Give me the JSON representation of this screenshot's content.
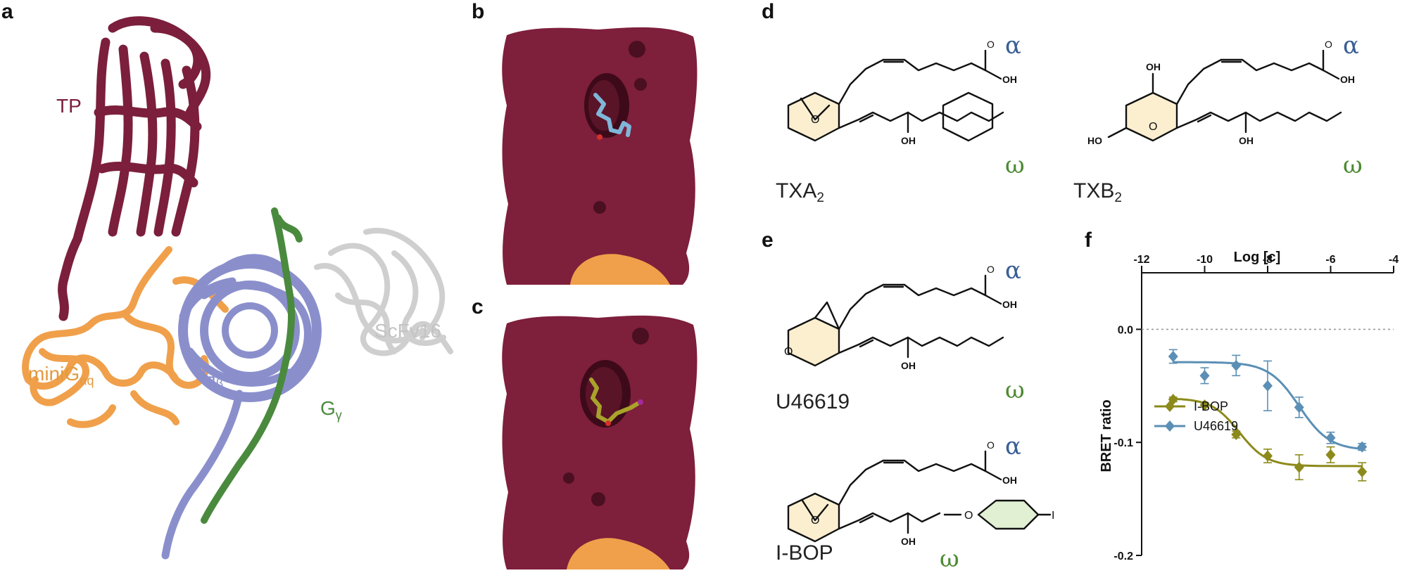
{
  "panels": {
    "a": "a",
    "b": "b",
    "c": "c",
    "d": "d",
    "e": "e",
    "f": "f"
  },
  "panel_a": {
    "labels": {
      "tp": "TP",
      "scfv": "ScFv16",
      "minig_main": "miniG",
      "minig_sub": "αq",
      "gb_main": "G",
      "gb_sub": "β",
      "gg_main": "G",
      "gg_sub": "γ"
    },
    "colors": {
      "tp": "#7b1f3c",
      "minig": "#f0a04a",
      "gb": "#8a8fcc",
      "gg": "#4a8a3e",
      "scfv": "#c8c8c8"
    }
  },
  "panel_b": {
    "ligand_color": "#7fb6d9",
    "surface_color": "#7e1f3b"
  },
  "panel_c": {
    "ligand_color": "#a8a32a",
    "surface_color": "#7e1f3b"
  },
  "molecules": {
    "txa2": {
      "name": "TXA",
      "sub": "2",
      "alpha": "α",
      "omega": "ω",
      "oh1": "OH",
      "oh2": "OH",
      "o": "O"
    },
    "txb2": {
      "name": "TXB",
      "sub": "2",
      "alpha": "α",
      "omega": "ω",
      "oh1": "OH",
      "oh2": "OH",
      "oh3": "OH",
      "ho": "HO",
      "o": "O"
    },
    "u46619": {
      "name": "U46619",
      "alpha": "α",
      "omega": "ω",
      "oh1": "OH",
      "oh2": "OH",
      "o": "O"
    },
    "ibop": {
      "name": "I-BOP",
      "alpha": "α",
      "omega": "ω",
      "oh1": "OH",
      "oh2": "OH",
      "o": "O",
      "o2": "O",
      "i": "I"
    }
  },
  "colors": {
    "alpha": "#3a5f96",
    "omega": "#4e8a34",
    "ring_fill": "#fbefd0",
    "benzene_fill": "#e1efd3"
  },
  "chart_data": {
    "type": "scatter",
    "title": "Log [c]",
    "xlabel": "Log [c]",
    "ylabel": "BRET ratio",
    "xlim": [
      -12,
      -4
    ],
    "ylim": [
      -0.2,
      0.05
    ],
    "xticks": [
      "-12",
      "-10",
      "-8",
      "-6",
      "-4"
    ],
    "yticks": [
      "0.0",
      "-0.1",
      "-0.2"
    ],
    "x_axis_position": "top",
    "reference_line": 0.0,
    "legend_position": "bottom-left",
    "series": [
      {
        "name": "I-BOP",
        "color": "#8c8a1a",
        "marker": "diamond",
        "x": [
          -11,
          -10,
          -9,
          -8,
          -7,
          -6,
          -5
        ],
        "y": [
          -0.062,
          -0.067,
          -0.093,
          -0.112,
          -0.122,
          -0.111,
          -0.126
        ],
        "err": [
          0.002,
          0.002,
          0.003,
          0.006,
          0.011,
          0.007,
          0.008
        ],
        "fit": {
          "top": -0.061,
          "bottom": -0.121,
          "logEC50": -8.9,
          "hill": 1.0
        }
      },
      {
        "name": "U46619",
        "color": "#5b8fb5",
        "marker": "diamond",
        "x": [
          -11,
          -10,
          -9,
          -8,
          -7,
          -6,
          -5
        ],
        "y": [
          -0.024,
          -0.041,
          -0.032,
          -0.05,
          -0.069,
          -0.096,
          -0.104
        ],
        "err": [
          0.006,
          0.007,
          0.009,
          0.022,
          0.009,
          0.005,
          0.003
        ],
        "fit": {
          "top": -0.029,
          "bottom": -0.107,
          "logEC50": -7.0,
          "hill": 0.9
        }
      }
    ]
  }
}
